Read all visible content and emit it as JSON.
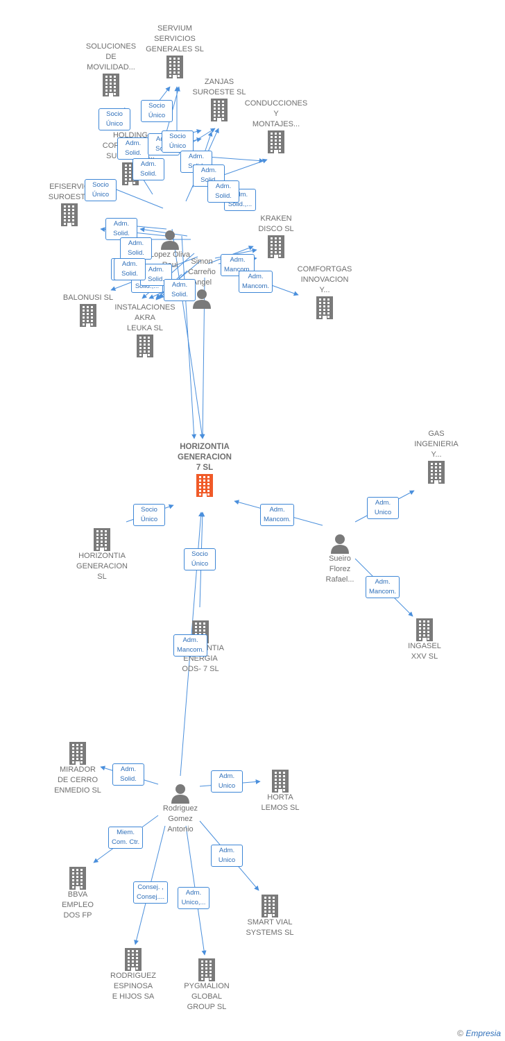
{
  "colors": {
    "edge": "#4a8fdc",
    "node": "#7a7a7a",
    "main": "#f05a28",
    "label_border": "#3d86d6"
  },
  "nodes": [
    {
      "id": "soluciones",
      "label": "SOLUCIONES\nDE\nMOVILIDAD...",
      "kind": "company"
    },
    {
      "id": "servium",
      "label": "SERVIUM\nSERVICIOS\nGENERALES SL",
      "kind": "company"
    },
    {
      "id": "zanjas",
      "label": "ZANJAS\nSUROESTE  SL",
      "kind": "company"
    },
    {
      "id": "conducciones",
      "label": "CONDUCCIONES\nY\nMONTAJES...",
      "kind": "company"
    },
    {
      "id": "holding",
      "label": "HOLDING\nCORPORATIVO\nSUROESTE...",
      "kind": "company"
    },
    {
      "id": "efiservic",
      "label": "EFISERVIC\nSUROESTE",
      "kind": "company"
    },
    {
      "id": "lopez",
      "label": "Lopez Oliva\nRaul",
      "kind": "person"
    },
    {
      "id": "simon",
      "label": "Simon\nCarreño\nAngel",
      "kind": "person"
    },
    {
      "id": "kraken",
      "label": "KRAKEN\nDISCO  SL",
      "kind": "company"
    },
    {
      "id": "comfortgas",
      "label": "COMFORTGAS\nINNOVACION\nY...",
      "kind": "company"
    },
    {
      "id": "balonusi",
      "label": "BALONUSI  SL",
      "kind": "company"
    },
    {
      "id": "akra",
      "label": "INSTALACIONES\nAKRA\nLEUKA  SL",
      "kind": "company"
    },
    {
      "id": "hz7",
      "label": "HORIZONTIA\nGENERACION\n7  SL",
      "kind": "main"
    },
    {
      "id": "gas",
      "label": "GAS\nINGENIERIA\nY...",
      "kind": "company"
    },
    {
      "id": "hzgen",
      "label": "HORIZONTIA\nGENERACION\nSL",
      "kind": "company"
    },
    {
      "id": "sueiro",
      "label": "Sueiro\nFlorez\nRafael...",
      "kind": "person"
    },
    {
      "id": "hzods",
      "label": "HORIZONTIA\nENERGIA\nODS- 7  SL",
      "kind": "company"
    },
    {
      "id": "ingasel",
      "label": "INGASEL\nXXV SL",
      "kind": "company"
    },
    {
      "id": "mirador",
      "label": "MIRADOR\nDE CERRO\nENMEDIO SL",
      "kind": "company"
    },
    {
      "id": "horta",
      "label": "HORTA\nLEMOS  SL",
      "kind": "company"
    },
    {
      "id": "rodriguez",
      "label": "Rodriguez\nGomez\nAntonio",
      "kind": "person"
    },
    {
      "id": "bbva",
      "label": "BBVA\nEMPLEO\nDOS FP",
      "kind": "company"
    },
    {
      "id": "smart",
      "label": "SMART VIAL\nSYSTEMS SL",
      "kind": "company"
    },
    {
      "id": "rhijos",
      "label": "RODRIGUEZ\nESPINOSA\nE HIJOS SA",
      "kind": "company"
    },
    {
      "id": "pygmalion",
      "label": "PYGMALION\nGLOBAL\nGROUP  SL",
      "kind": "company"
    }
  ],
  "edge_labels": [
    "Socio\nÚnico",
    "Socio\nÚnico",
    "Socio\nÚnico",
    "Adm.\nSolid.",
    "Adm.\nSolid.",
    "Adm.\nSolid.",
    "Socio\nÚnico",
    "Adm.\nSolid.",
    "Adm.\nSolid.",
    "Adm.\nSolid.,...",
    "Adm.\nSolid.",
    "Socio\nÚnico",
    "Adm.\nSolid.",
    "Adm.\nSolid.,...",
    "Adm.\nSolid.",
    "Adm.\nSolid.",
    "Adm.\nSolid.",
    "Adm.\nSolid.",
    "Adm.\nSolid.",
    "Adm.\nMancom.",
    "Adm.\nMancom.",
    "Socio\nÚnico",
    "Adm.\nMancom.",
    "Adm.\nUnico",
    "Adm.\nMancom.",
    "Socio\nÚnico",
    "Adm.\nMancom.",
    "Adm.\nSolid.",
    "Adm.\nUnico",
    "Miem.\nCom. Ctr.",
    "Adm.\nUnico",
    "Consej. ,\nConsej....",
    "Adm.\nUnico,..."
  ],
  "footer": {
    "copyright": "©",
    "brand": "Empresia"
  }
}
